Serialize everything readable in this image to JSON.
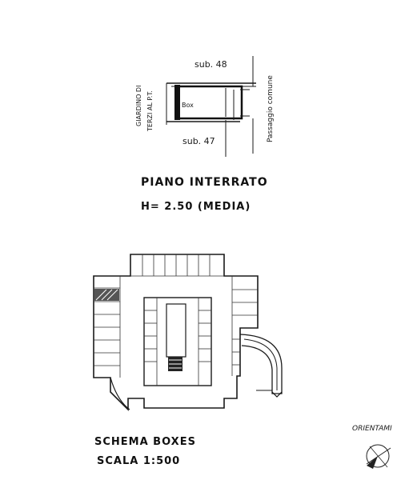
{
  "detail_plan": {
    "sub_top": "sub. 48",
    "sub_bottom": "sub. 47",
    "box_label": "Box",
    "left_label_line1": "GIARDINO DI",
    "left_label_line2": "TERZI AL P.T.",
    "right_label": "Passaggio comune"
  },
  "floor_title": "PIANO INTERRATO",
  "height_label": "H= 2.50 (MEDIA)",
  "schema": {
    "title": "SCHEMA BOXES",
    "scale": "SCALA 1:500"
  },
  "orientation": {
    "label": "ORIENTAMI",
    "icon": "north-arrow-compass-icon"
  }
}
